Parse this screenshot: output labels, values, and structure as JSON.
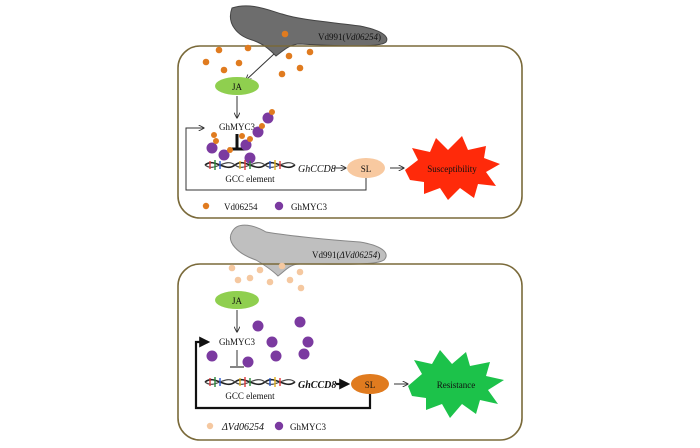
{
  "panel_top": {
    "pathogen_label": "Vd991(",
    "pathogen_gene": "Vd06254",
    "pathogen_close": ")",
    "hormone": "JA",
    "tf": "GhMYC3",
    "element": "GCC element",
    "gene": "GhCCD8",
    "product": "SL",
    "outcome": "Susceptibility",
    "legend": [
      {
        "label": "Vd06254",
        "color": "#e07b1f"
      },
      {
        "label": "GhMYC3",
        "color": "#7b3aa0"
      }
    ],
    "outcome_color": "#ff2a0a"
  },
  "panel_bottom": {
    "pathogen_label": "Vd991(",
    "pathogen_gene": "ΔVd06254",
    "pathogen_close": ")",
    "hormone": "JA",
    "tf": "GhMYC3",
    "element": "GCC element",
    "gene": "GhCCD8",
    "product": "SL",
    "outcome": "Resistance",
    "legend": [
      {
        "label": "ΔVd06254",
        "color": "#f5c8a0"
      },
      {
        "label": "GhMYC3",
        "color": "#7b3aa0"
      }
    ],
    "outcome_color": "#1cc24a"
  },
  "colors": {
    "fungus_top": "#6d6d6d",
    "fungus_bottom": "#bfbfbf",
    "cell_border": "#7a6a3a",
    "ja_fill": "#8fcf4f",
    "sl_top": "#f8c9a0",
    "sl_bottom": "#e07b1f",
    "effector": "#e07b1f",
    "effector_light": "#f5c8a0",
    "myc": "#7b3aa0"
  }
}
